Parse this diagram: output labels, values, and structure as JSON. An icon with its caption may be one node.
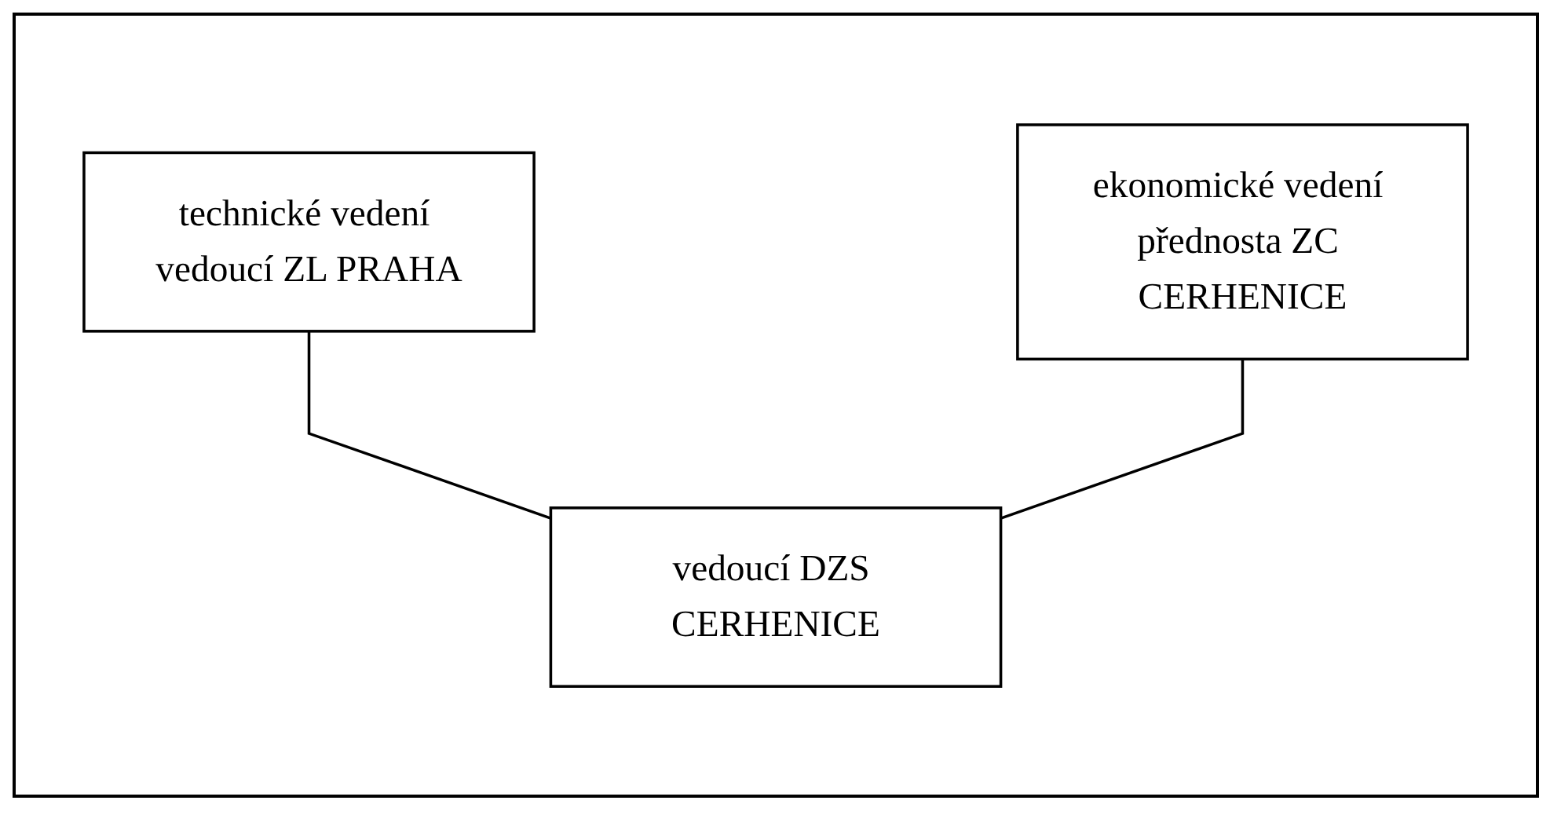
{
  "diagram": {
    "nodes": [
      {
        "text": [
          "technické vedení vedoucí ZL PRAHA"
        ]
      },
      {
        "text": [
          "ekonomické vedení přednosta ZC CERHENICE"
        ]
      },
      {
        "text": [
          "vedoucí DZS CERHENICE"
        ]
      }
    ],
    "edges": [
      {
        "from": 0,
        "to": 2,
        "arrow": "none"
      },
      {
        "from": 1,
        "to": 2,
        "arrow": "none"
      }
    ]
  }
}
